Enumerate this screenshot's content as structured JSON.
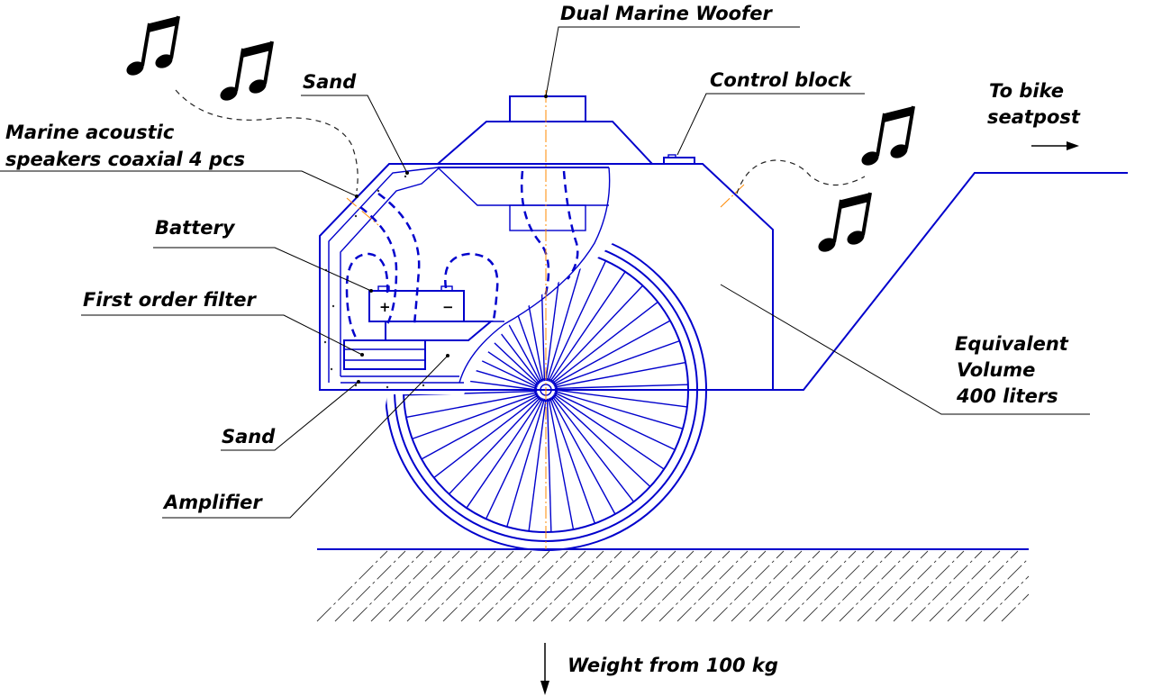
{
  "labels": {
    "woofer": "Dual Marine Woofer",
    "sand_top": "Sand",
    "control_block": "Control block",
    "bike_line1": "To bike",
    "bike_line2": "seatpost",
    "speakers_line1": "Marine acoustic",
    "speakers_line2": "speakers coaxial 4 pcs",
    "battery": "Battery",
    "filter": "First order filter",
    "volume_line1": "Equivalent",
    "volume_line2": "Volume",
    "volume_line3": "400 liters",
    "sand_bottom": "Sand",
    "amplifier": "Amplifier",
    "weight": "Weight from 100 kg",
    "battery_plus": "+",
    "battery_minus": "−"
  },
  "colors": {
    "drawing": "#0000cc",
    "leader": "#000000",
    "centerline": "#ff8800"
  },
  "icons": [
    "music-note-icon",
    "music-note-icon",
    "music-note-icon",
    "music-note-icon",
    "arrow-right-icon",
    "arrow-down-icon"
  ]
}
